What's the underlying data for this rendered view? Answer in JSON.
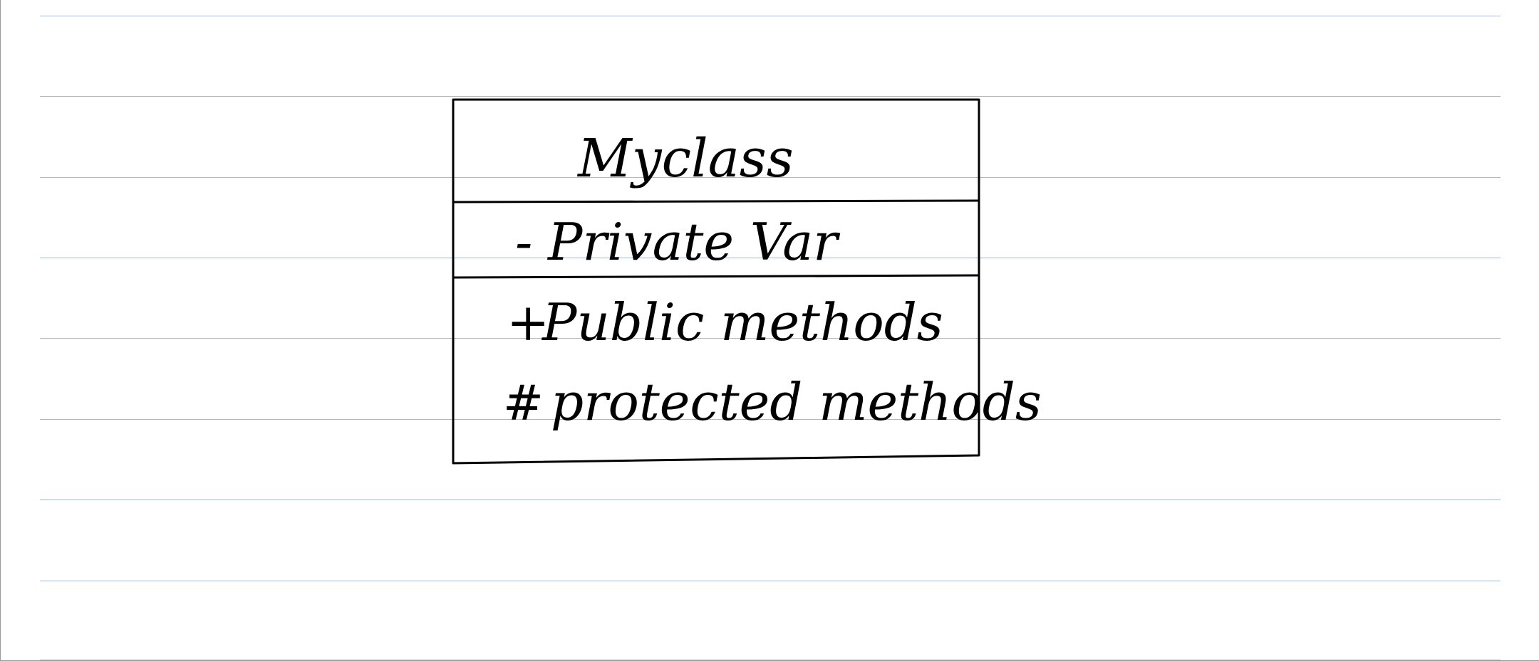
{
  "class_diagram": {
    "class_name": "Myclass",
    "attributes": [
      {
        "visibility": "-",
        "name": "Private Var"
      }
    ],
    "methods": [
      {
        "visibility": "+",
        "name": "Public methods"
      },
      {
        "visibility": "#",
        "name": "protected methods"
      }
    ]
  },
  "colors": {
    "ink": "#000000",
    "ruled_line": "#a7b8d9",
    "paper": "#ffffff"
  }
}
